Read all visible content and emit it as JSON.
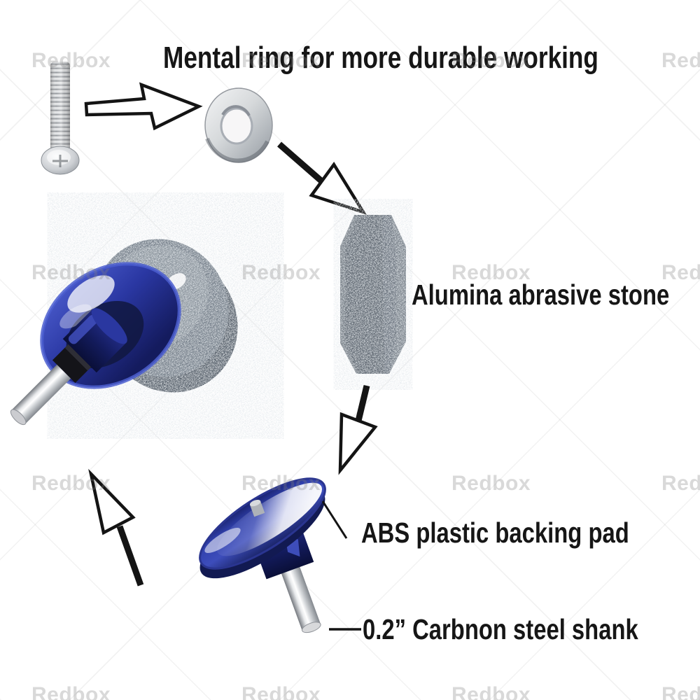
{
  "title": "Mental ring for more durable working",
  "annotations": {
    "stone_label": "Alumina abrasive stone",
    "pad_label": "ABS plastic backing pad",
    "shank_label": "0.2” Carbnon steel shank"
  },
  "watermark": {
    "text": "Redbox"
  },
  "parts": {
    "bolt": "screw-bolt",
    "metal_ring": "metal-washer-ring",
    "stone": "alumina-abrasive-stone",
    "backing_pad": "abs-plastic-backing-pad",
    "shank": "carbon-steel-shank",
    "assembled": "assembled-lawnmower-blade-sharpener"
  },
  "colors": {
    "pad_blue": "#3040ac",
    "pad_dark_blue": "#131b55",
    "stone_gray": "#6d7681",
    "metal_light": "#e9ebee",
    "metal_dark": "#8e949b",
    "arrow_outline": "#141414",
    "text": "#161616",
    "watermark_gray": "#bfbfbf"
  }
}
